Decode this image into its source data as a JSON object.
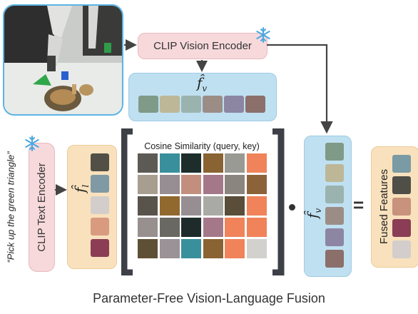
{
  "vision_encoder": {
    "label": "CLIP Vision Encoder",
    "icon": "snowflake-icon"
  },
  "text_encoder": {
    "label": "CLIP Text Encoder",
    "icon": "snowflake-icon"
  },
  "instruction": "“Pick up the green triangle”",
  "symbols": {
    "f_v": "f̂",
    "f_v_sub": "v",
    "f_l": "f̂",
    "f_l_sub": "l"
  },
  "similarity": {
    "title": "Cosine Similarity (query, key)"
  },
  "fused_label": "Fused Features",
  "caption": "Parameter-Free Vision-Language Fusion",
  "colors": {
    "fv_top": [
      "#7f9a87",
      "#bdb797",
      "#9bb3ae",
      "#9b8d86",
      "#8c86a2",
      "#8b6f6a"
    ],
    "fl": [
      "#525046",
      "#7f9aa4",
      "#d3cecb",
      "#d99b80",
      "#8c3d55"
    ],
    "fv_right": [
      "#7f9a87",
      "#bdb797",
      "#9bb3ae",
      "#9b8d86",
      "#8c86a2",
      "#8b6f6a"
    ],
    "fused": [
      "#7a9aa4",
      "#4f4e47",
      "#c8927c",
      "#8a3d54",
      "#d3cecb"
    ],
    "grid": [
      [
        "#5c5a54",
        "#3a8f9c",
        "#1c2d2b",
        "#8a6332",
        "#9a9a94",
        "#f0835a"
      ],
      [
        "#a79e90",
        "#968e93",
        "#c28f7f",
        "#a47889",
        "#8a857e",
        "#8c6338"
      ],
      [
        "#58544c",
        "#91692f",
        "#968e93",
        "#aaaaa5",
        "#5a4d39",
        "#f0835a"
      ],
      [
        "#98908f",
        "#6a6862",
        "#1e2b2a",
        "#a47889",
        "#f0835a",
        "#f0835a"
      ],
      [
        "#5e5034",
        "#9a9296",
        "#3a8f9c",
        "#8a6332",
        "#f0835a",
        "#d3d1ce"
      ]
    ]
  }
}
